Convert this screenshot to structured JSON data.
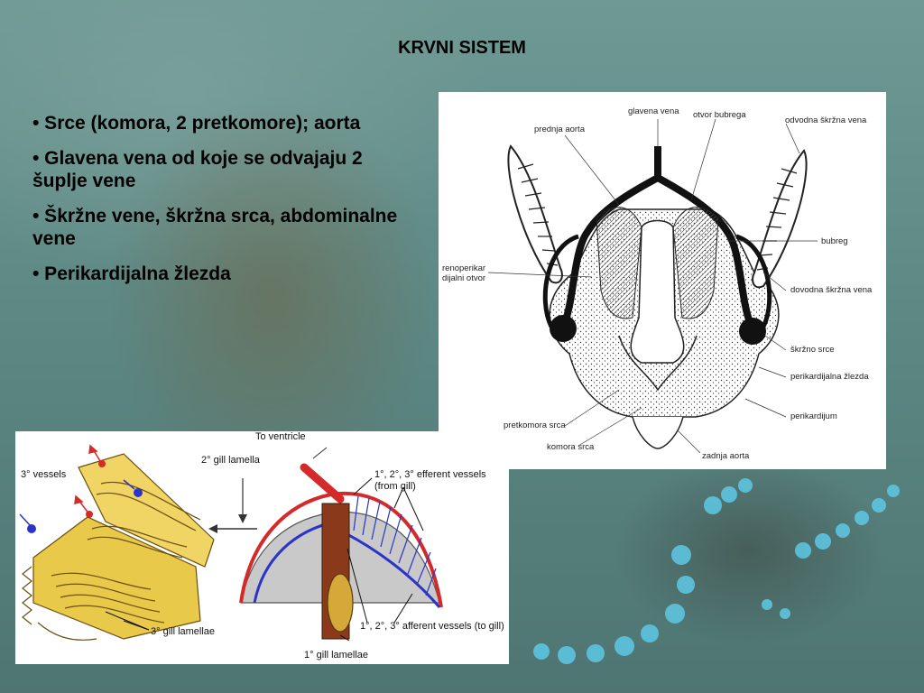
{
  "slide": {
    "title": "KRVNI SISTEM",
    "bullets": [
      "• Srce (komora, 2 pretkomore); aorta",
      "• Glavena vena od koje se odvajaju 2 šuplje vene",
      "• Škržne vene, škržna srca, abdominalne vene",
      "• Perikardijalna žlezda"
    ]
  },
  "diagram_top": {
    "labels": {
      "glavena_vena": "glavena vena",
      "otvor_bubrega": "otvor bubrega",
      "prednja_aorta": "prednja aorta",
      "odvodna_skrzna_vena": "odvodna škržna vena",
      "bubreg": "bubreg",
      "renoperikardijalni_otvor": "renoperikar dijalni otvor",
      "dovodna_skrzna_vena": "dovodna škržna vena",
      "skrzno_srce": "škržno srce",
      "perikardijalna_zlezda": "perikardijalna žlezda",
      "perikardijum": "perikardijum",
      "pretkomora_srca": "pretkomora srca",
      "komora_srca": "komora srca",
      "zadnja_aorta": "zadnja aorta"
    }
  },
  "diagram_bottom": {
    "labels": {
      "to_ventricle": "To ventricle",
      "vessels_3": "3° vessels",
      "gill_lamella_2": "2° gill lamella",
      "efferent": "1°, 2°, 3° efferent vessels (from gill)",
      "afferent": "1°, 2°, 3° afferent vessels (to gill)",
      "gill_lamellae_3": "3° gill lamellae",
      "gill_lamellae_1": "1° gill lamellae"
    }
  },
  "colors": {
    "background": "#5d8884",
    "dots": "#5ec9e6",
    "gill_yellow": "#e8c94a",
    "vessel_red": "#d42a2a",
    "vessel_blue": "#2a35c8",
    "ventricle_brown": "#8a3a1a"
  }
}
